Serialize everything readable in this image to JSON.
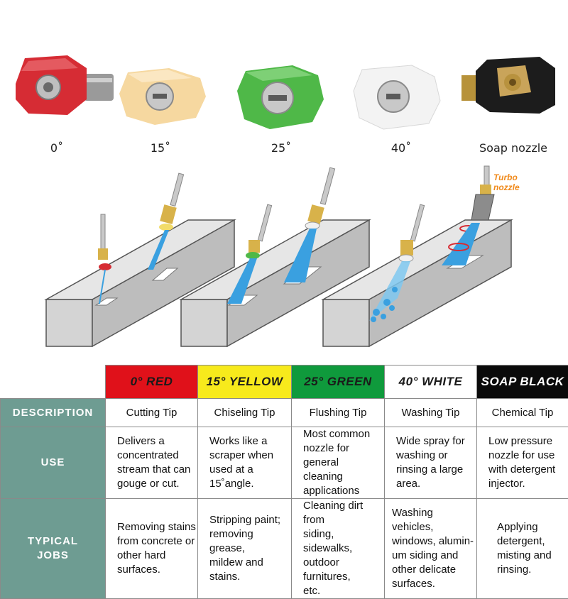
{
  "nozzles": [
    {
      "label": "0˚",
      "color": "#d62c34"
    },
    {
      "label": "15˚",
      "color": "#f6d8a0"
    },
    {
      "label": "25˚",
      "color": "#4fb848"
    },
    {
      "label": "40˚",
      "color": "#f3f3f3"
    },
    {
      "label": "Soap nozzle",
      "color": "#1c1c1c"
    }
  ],
  "turbo_label_line1": "Turbo",
  "turbo_label_line2": "nozzle",
  "table": {
    "headers": [
      {
        "text": "0° RED",
        "bg": "#e0111a",
        "fg": "#1a1a1a"
      },
      {
        "text": "15° YELLOW",
        "bg": "#f7ea1c",
        "fg": "#1a1a1a"
      },
      {
        "text": "25° GREEN",
        "bg": "#0f9a3c",
        "fg": "#1a1a1a"
      },
      {
        "text": "40° WHITE",
        "bg": "#ffffff",
        "fg": "#1a1a1a"
      },
      {
        "text": "SOAP BLACK",
        "bg": "#0a0a0a",
        "fg": "#ffffff"
      }
    ],
    "row_labels": {
      "description": "DESCRIPTION",
      "use": "USE",
      "jobs_line1": "TYPICAL",
      "jobs_line2": "JOBS"
    },
    "description": [
      "Cutting Tip",
      "Chiseling Tip",
      "Flushing Tip",
      "Washing Tip",
      "Chemical Tip"
    ],
    "use": [
      [
        "Delivers a",
        "concentrated",
        "stream that can",
        "gouge or cut."
      ],
      [
        "Works like a",
        "scraper when",
        "used at a",
        "15˚angle."
      ],
      [
        "Most common",
        "nozzle for general",
        "cleaning",
        "applications"
      ],
      [
        "Wide spray for",
        "washing or",
        "rinsing a large",
        "area."
      ],
      [
        "Low pressure",
        "nozzle for use",
        "with detergent",
        "injector."
      ]
    ],
    "jobs": [
      [
        "Removing stains",
        "from concrete or",
        "other hard",
        "surfaces."
      ],
      [
        "Stripping paint;",
        "removing grease,",
        "mildew and",
        "stains."
      ],
      [
        "Cleaning dirt from",
        "siding, sidewalks,",
        "outdoor furnitures,",
        "etc."
      ],
      [
        "Washing vehicles,",
        "windows, alumin-",
        "um siding and",
        "other delicate",
        "surfaces."
      ],
      [
        "Applying",
        "detergent,",
        "misting and",
        "rinsing."
      ]
    ]
  }
}
